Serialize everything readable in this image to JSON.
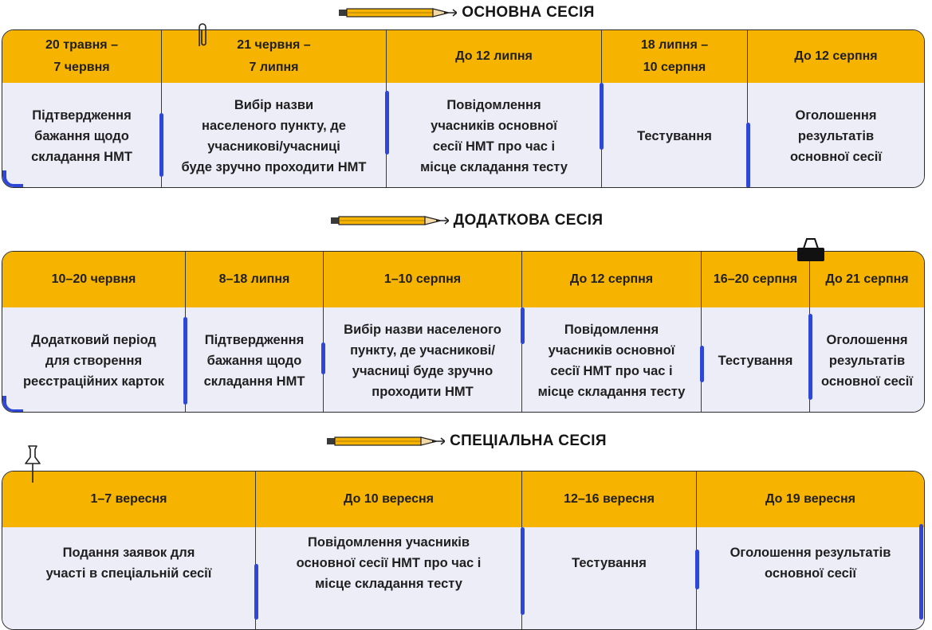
{
  "sessions": [
    {
      "title": "ОСНОВНА СЕСІЯ",
      "columns": [
        {
          "date": "20 травня –\n7 червня",
          "desc": "Підтвердження\nбажання щодо\nскладання НМТ"
        },
        {
          "date": "21 червня –\n7 липня",
          "desc": "Вибір назви\nнаселеного пункту, де\nучасникові/учасниці\nбуде зручно проходити НМТ"
        },
        {
          "date": "До 12 липня",
          "desc": "Повідомлення\nучасників основної\nсесії НМТ про час і\nмісце складання тесту"
        },
        {
          "date": "18 липня –\n10 серпня",
          "desc": "Тестування"
        },
        {
          "date": "До 12 серпня",
          "desc": "Оголошення\nрезультатів\nосновної сесії"
        }
      ]
    },
    {
      "title": "ДОДАТКОВА СЕСІЯ",
      "columns": [
        {
          "date": "10–20 червня",
          "desc": "Додатковий період\nдля створення\nреєстраційних карток"
        },
        {
          "date": "8–18 липня",
          "desc": "Підтвердження\nбажання щодо\nскладання НМТ"
        },
        {
          "date": "1–10 серпня",
          "desc": "Вибір назви населеного\nпункту, де учасникові/\nучасниці буде зручно\nпроходити НМТ"
        },
        {
          "date": "До 12 серпня",
          "desc": "Повідомлення\nучасників основної\nсесії НМТ про час і\nмісце складання тесту"
        },
        {
          "date": "16–20 серпня",
          "desc": "Тестування"
        },
        {
          "date": "До 21 серпня",
          "desc": "Оголошення\nрезультатів\nосновної сесії"
        }
      ]
    },
    {
      "title": "СПЕЦІАЛЬНА СЕСІЯ",
      "columns": [
        {
          "date": "1–7 вересня",
          "desc": "Подання заявок для\nучасті в спеціальній сесії"
        },
        {
          "date": "До 10 вересня",
          "desc": "Повідомлення учасників\nосновної сесії НМТ про час і\nмісце складання тесту"
        },
        {
          "date": "12–16 вересня",
          "desc": "Тестування"
        },
        {
          "date": "До 19 вересня",
          "desc": "Оголошення результатів\nосновної сесії"
        }
      ]
    }
  ],
  "colors": {
    "header_yellow": "#f6b300",
    "body_lavender": "#ecedf7",
    "accent_blue": "#2e47d6",
    "border": "#2a2a2a"
  },
  "icons": [
    "pencil-icon",
    "paperclip-icon",
    "binder-clip-icon",
    "pushpin-icon"
  ]
}
